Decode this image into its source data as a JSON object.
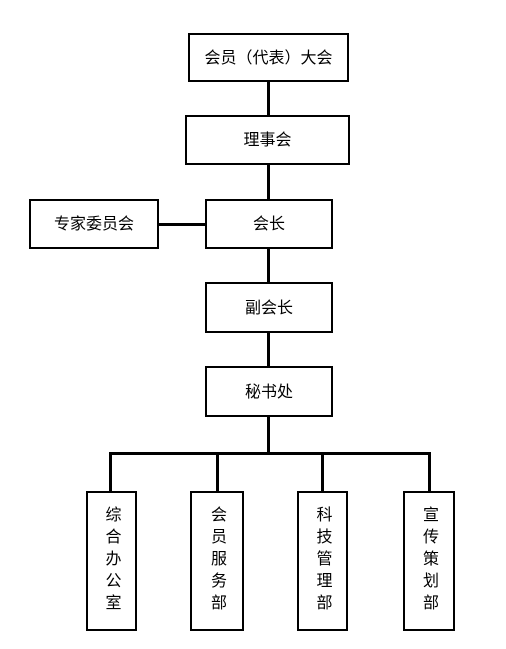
{
  "org_chart": {
    "general_assembly": "会员（代表）大会",
    "board": "理事会",
    "expert_committee": "专家委员会",
    "president": "会长",
    "vice_president": "副会长",
    "secretariat": "秘书处",
    "departments": [
      "综合办公室",
      "会员服务部",
      "科技管理部",
      "宣传策划部"
    ]
  }
}
